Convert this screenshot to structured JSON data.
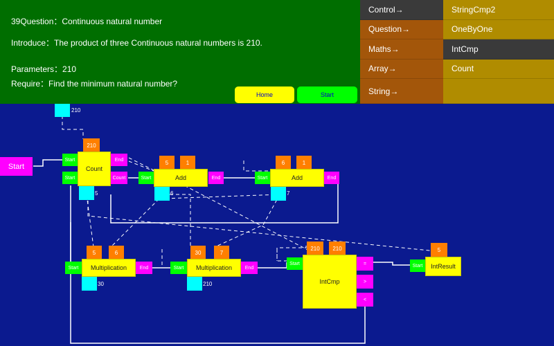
{
  "question": {
    "title": "39Question：Continuous natural number",
    "introduce": "Introduce：The product of three Continuous natural numbers is 210.",
    "parameters": "Parameters：210",
    "require": "Require：Find the minimum natural number?"
  },
  "buttons": {
    "home": "Home",
    "start": "Start"
  },
  "menu": {
    "categories": [
      "Control→",
      "Question→",
      "Maths→",
      "Array→",
      "String→"
    ],
    "items": [
      "StringCmp2",
      "OneByOne",
      "IntCmp",
      "Count",
      ""
    ],
    "selected_item": "IntCmp"
  },
  "colors": {
    "canvas": "#0b1a8f",
    "header": "#006e00",
    "block": "#ffff00",
    "start_port": "#00ff00",
    "end_port": "#ff00ff",
    "param": "#ff7f00",
    "output": "#00ffff"
  },
  "canvas": {
    "input_value": "210",
    "start_block": "Start",
    "count": {
      "label": "Count",
      "param": "210",
      "start": "Start",
      "start2": "Start",
      "end": "End",
      "count_port": "Count",
      "output": "5"
    },
    "add1": {
      "label": "Add",
      "p1": "5",
      "p2": "1",
      "start": "Start",
      "end": "End",
      "output": "6"
    },
    "add2": {
      "label": "Add",
      "p1": "6",
      "p2": "1",
      "start": "Start",
      "end": "End",
      "output": "7"
    },
    "mult1": {
      "label": "Multiplication",
      "p1": "5",
      "p2": "6",
      "start": "Start",
      "end": "End",
      "output": "30"
    },
    "mult2": {
      "label": "Multiplication",
      "p1": "30",
      "p2": "7",
      "start": "Start",
      "end": "End",
      "output": "210"
    },
    "intcmp": {
      "label": "IntCmp",
      "p1": "210",
      "p2": "210",
      "start": "Start",
      "eq": "=",
      "gt": ">",
      "lt": "<"
    },
    "intresult": {
      "label": "IntResult",
      "param": "5",
      "start": "Start"
    }
  }
}
